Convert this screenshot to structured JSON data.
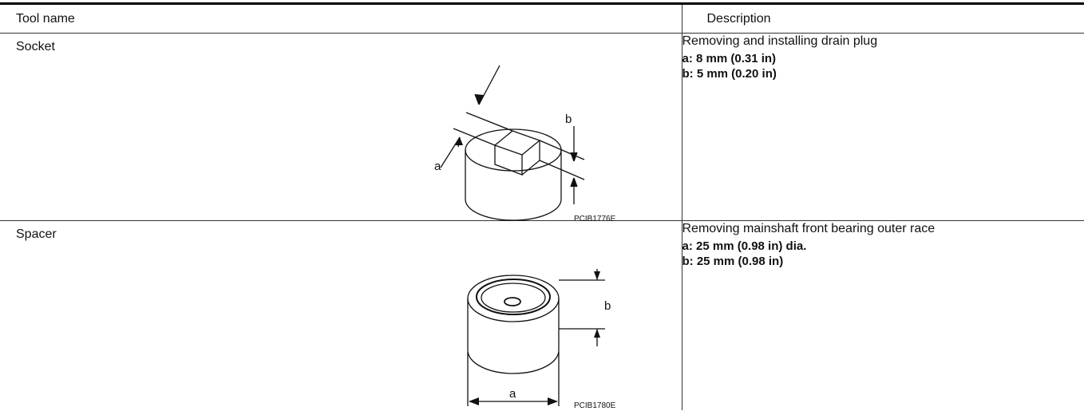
{
  "table": {
    "headers": {
      "tool_name": "Tool name",
      "description": "Description"
    },
    "rows": [
      {
        "tool_name": "Socket",
        "description": "Removing and installing drain plug",
        "specs": [
          "a: 8 mm (0.31 in)",
          "b: 5 mm (0.20 in)"
        ],
        "figure": {
          "code": "PCIB1776E",
          "label_a": "a",
          "label_b": "b"
        }
      },
      {
        "tool_name": "Spacer",
        "description": "Removing mainshaft front bearing outer race",
        "specs": [
          "a: 25 mm (0.98 in) dia.",
          "b: 25 mm (0.98 in)"
        ],
        "figure": {
          "code": "PCIB1780E",
          "label_a": "a",
          "label_b": "b"
        }
      }
    ]
  }
}
